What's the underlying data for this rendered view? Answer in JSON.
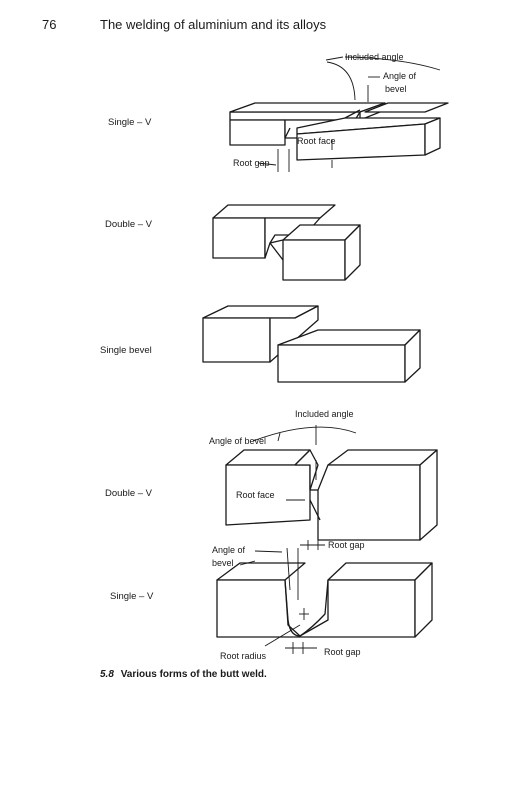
{
  "header": {
    "page_number": "76",
    "title": "The welding of aluminium and its alloys"
  },
  "figure": {
    "rows": [
      {
        "label": "Single – V"
      },
      {
        "label": "Double – V"
      },
      {
        "label": "Single bevel"
      },
      {
        "label": "Double – V"
      },
      {
        "label": "Single – V"
      }
    ],
    "annotations": {
      "included_angle_1": "Included angle",
      "angle_of_bevel_1a": "Angle of",
      "angle_of_bevel_1b": "bevel",
      "root_face_1": "Root face",
      "root_gap_1": "Root gap",
      "included_angle_2": "Included angle",
      "angle_of_bevel_2": "Angle of bevel",
      "root_face_2": "Root face",
      "root_gap_2": "Root gap",
      "angle_of_bevel_3a": "Angle of",
      "angle_of_bevel_3b": "bevel",
      "root_radius": "Root radius",
      "root_gap_3": "Root gap"
    },
    "caption": {
      "number": "5.8",
      "text": "Various forms of the butt weld."
    }
  }
}
